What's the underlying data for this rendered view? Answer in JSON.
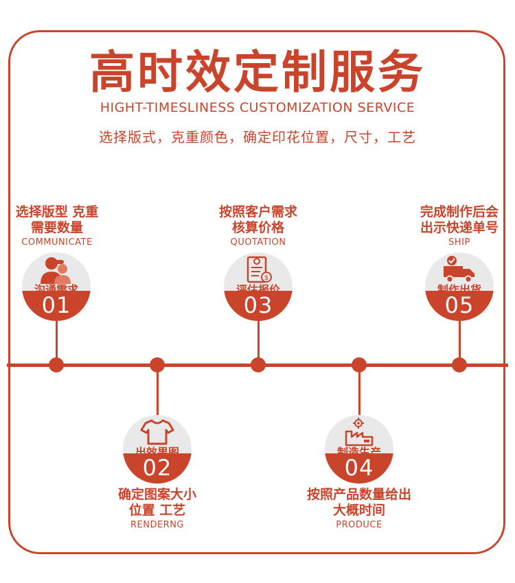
{
  "header": {
    "title": "高时效定制服务",
    "subtitle_en": "HIGHT-TIMESLINESS CUSTOMIZATION SERVICE",
    "subtitle_cn": "选择版式，克重颜色，确定印花位置，尺寸，工艺"
  },
  "steps": [
    {
      "number": "01",
      "label": "沟通需求",
      "desc_line1": "选择版型 克重",
      "desc_line2": "需要数量",
      "desc_en": "COMMUNICATE",
      "icon": "people-icon"
    },
    {
      "number": "02",
      "label": "出效果图",
      "desc_line1": "确定图案大小",
      "desc_line2": "位置 工艺",
      "desc_en": "RENDERNG",
      "icon": "tshirt-icon"
    },
    {
      "number": "03",
      "label": "评估报价",
      "desc_line1": "按照客户需求",
      "desc_line2": "核算价格",
      "desc_en": "QUOTATION",
      "icon": "invoice-icon"
    },
    {
      "number": "04",
      "label": "制造生产",
      "desc_line1": "按照产品数量给出",
      "desc_line2": "大概时间",
      "desc_en": "PRODUCE",
      "icon": "factory-icon"
    },
    {
      "number": "05",
      "label": "制作出货",
      "desc_line1": "完成制作后会",
      "desc_line2": "出示快递单号",
      "desc_en": "SHIP",
      "icon": "truck-icon"
    }
  ],
  "colors": {
    "accent": "#c9442a",
    "circle_bg": "#e9e9e9"
  }
}
